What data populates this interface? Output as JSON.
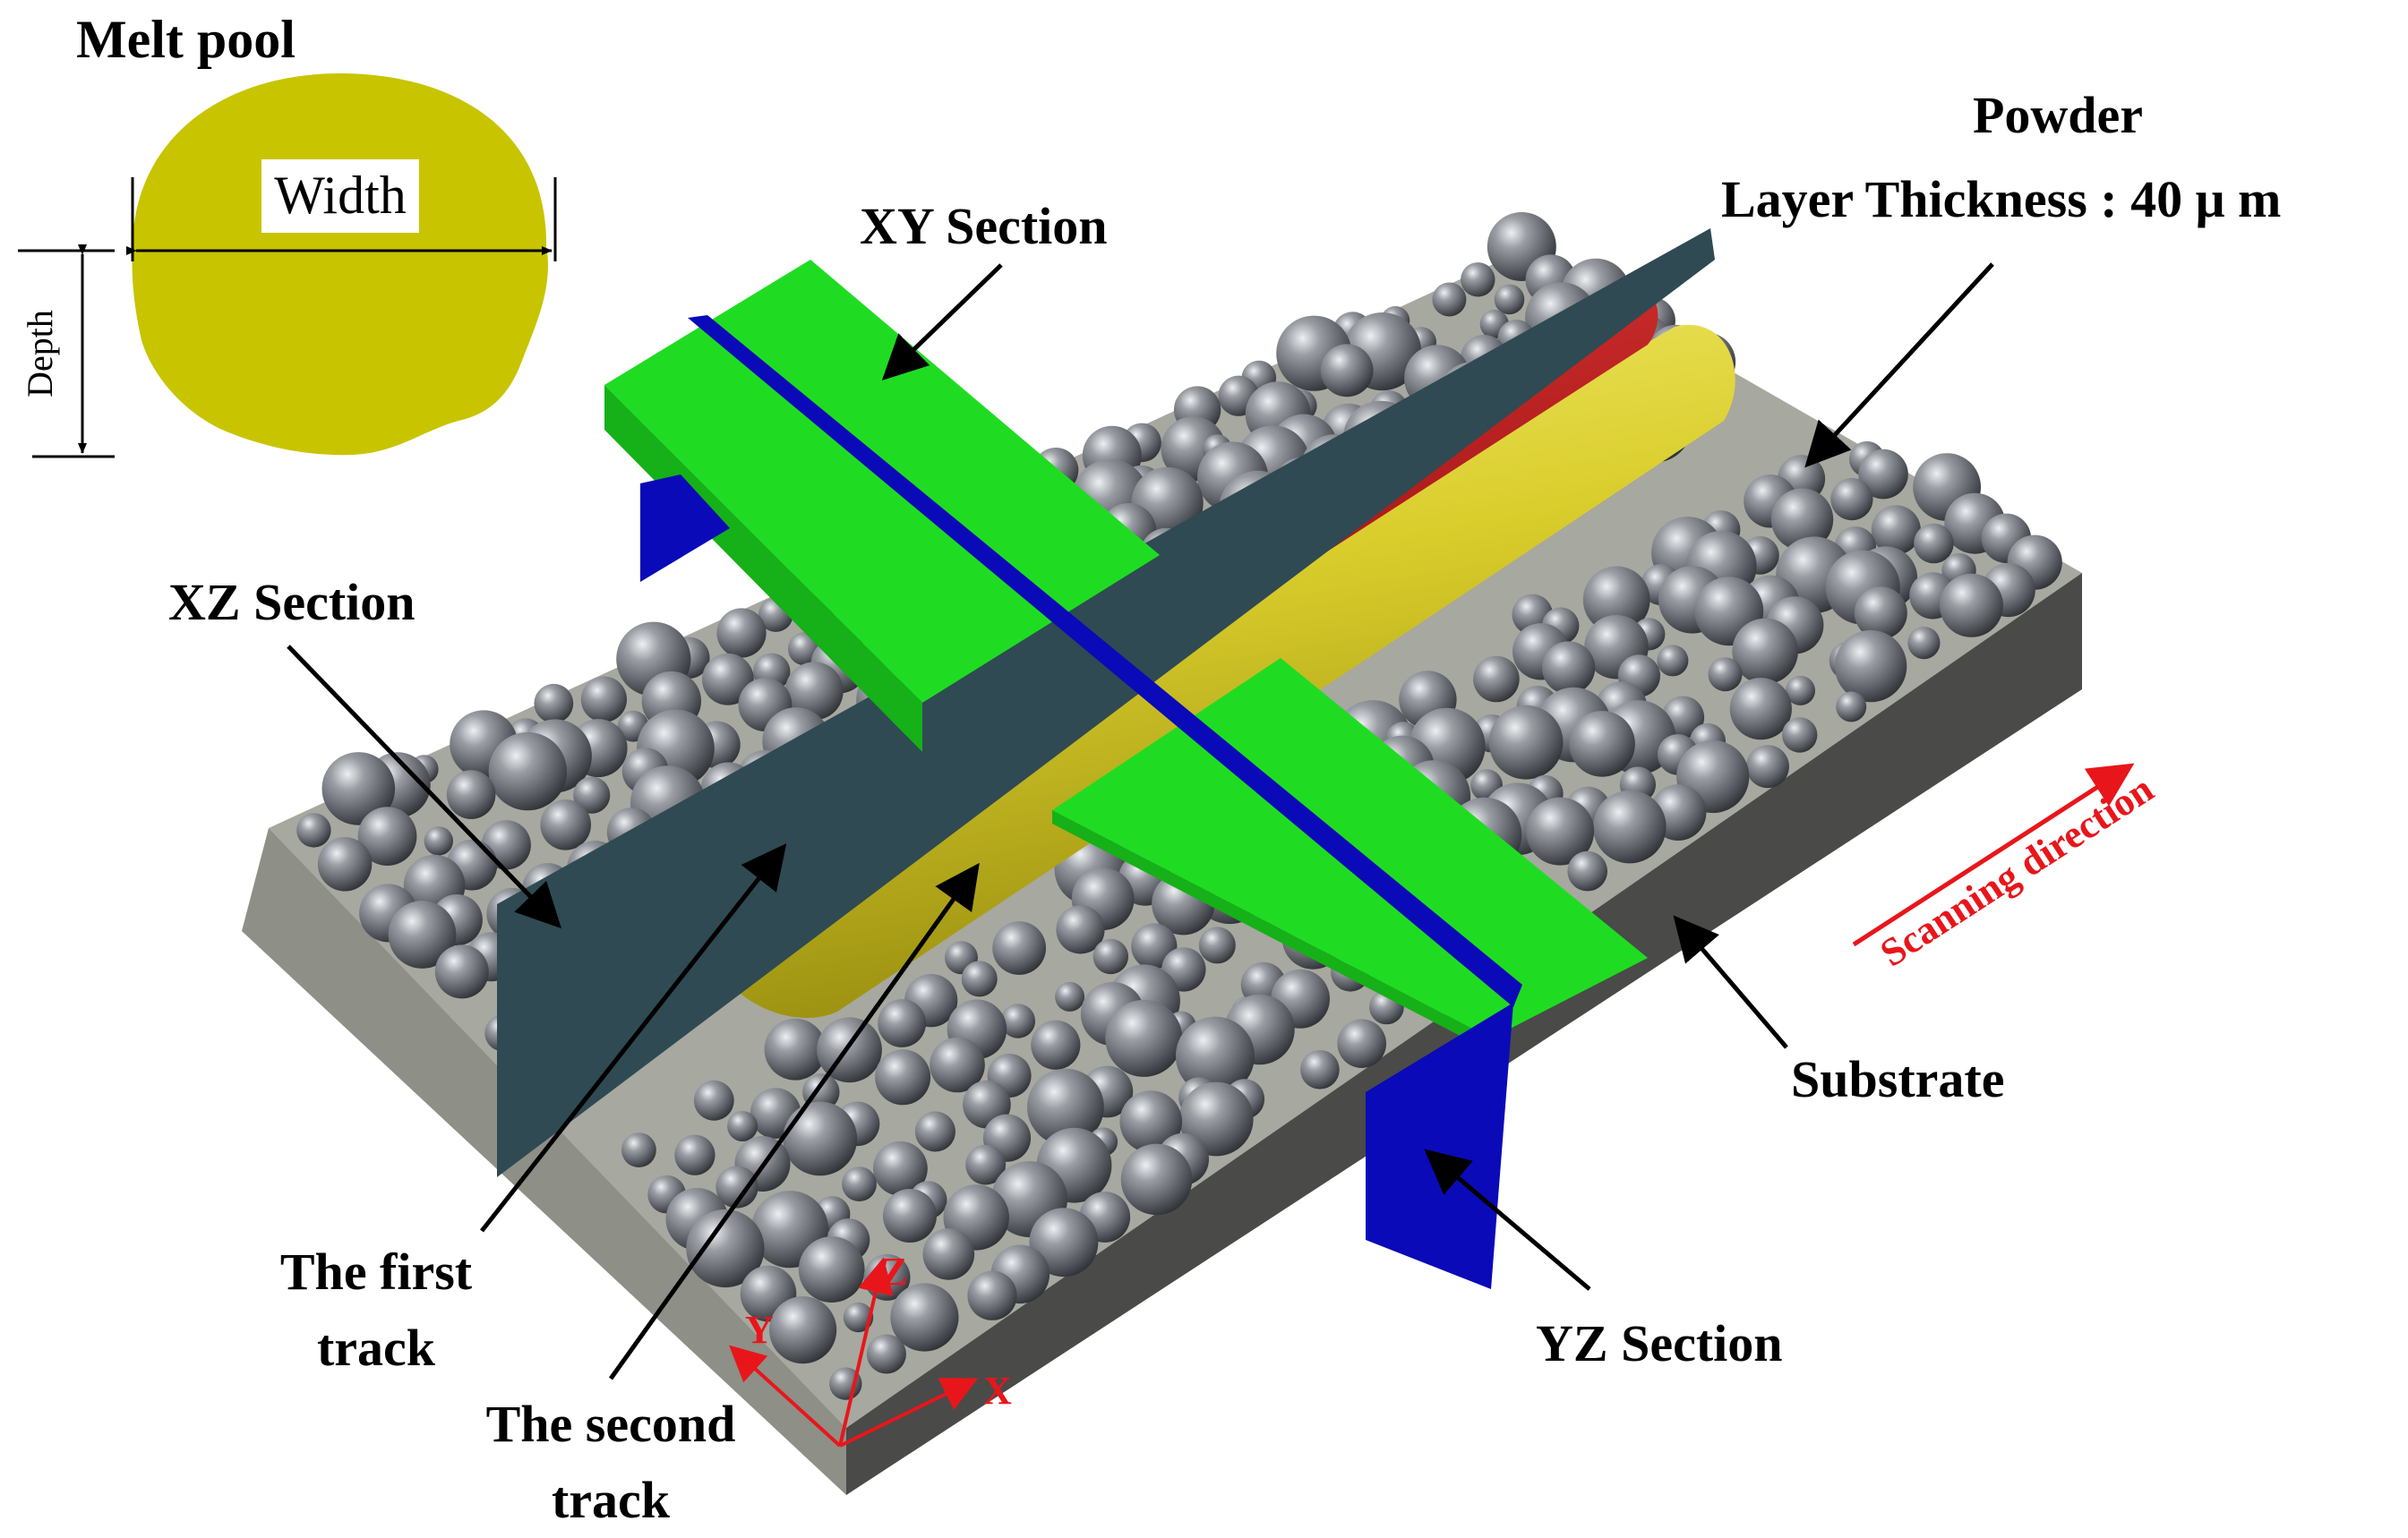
{
  "melt_pool": {
    "title": "Melt pool",
    "width_label": "Width",
    "depth_label": "Depth"
  },
  "labels": {
    "xy_section": "XY Section",
    "xz_section": "XZ Section",
    "yz_section": "YZ Section",
    "powder": "Powder",
    "layer_thickness": "Layer Thickness : 40 μ m",
    "substrate": "Substrate",
    "first_track_line1": "The first",
    "first_track_line2": "track",
    "second_track_line1": "The second",
    "second_track_line2": "track",
    "scanning_direction": "Scanning direction"
  },
  "axes": {
    "x": "X",
    "y": "Y",
    "z": "Z"
  },
  "colors": {
    "melt_pool_fill": "#c8c400",
    "section_green": "#1fdc22",
    "section_blue": "#0a0ab8",
    "section_dark": "#2f4a52",
    "first_track": "#b01c1c",
    "second_track": "#d8cc2a",
    "powder": "#6f737a",
    "substrate_top": "#a7a89f",
    "substrate_side": "#4a4a48",
    "accent_red": "#e8161b"
  }
}
